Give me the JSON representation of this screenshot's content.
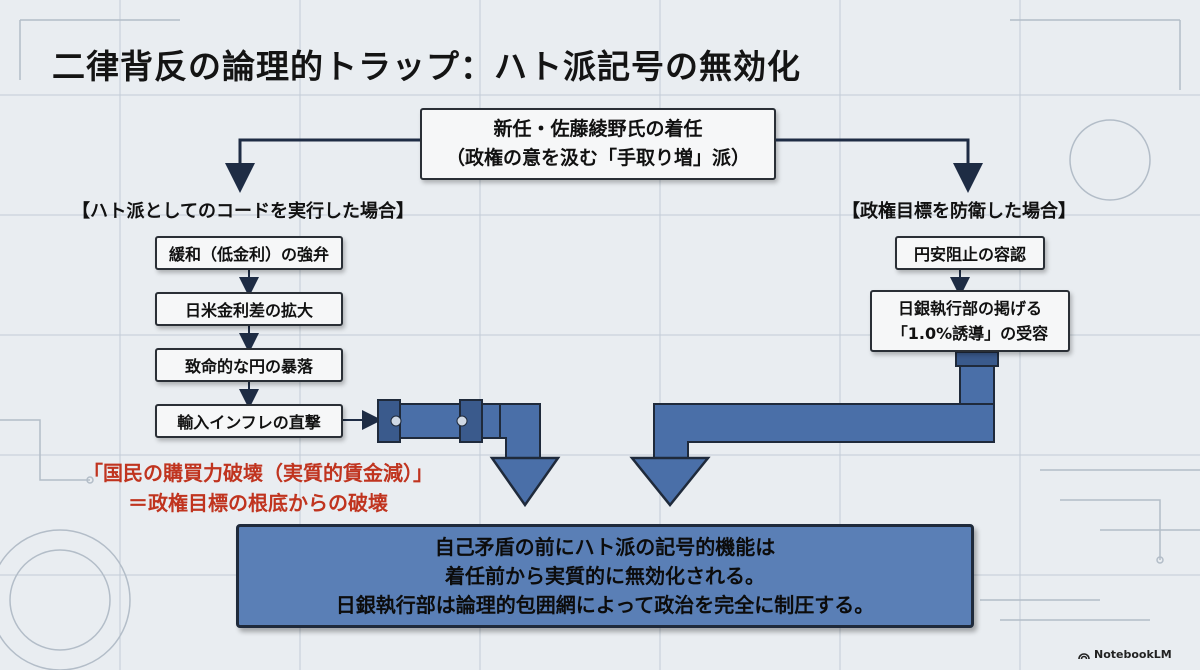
{
  "title": "二律背反の論理的トラップ：ハト派記号の無効化",
  "top_box": {
    "line1": "新任・佐藤綾野氏の着任",
    "line2": "（政権の意を汲む「手取り増」派）"
  },
  "left_branch": {
    "heading": "【ハト派としてのコードを実行した場合】",
    "steps": [
      "緩和（低金利）の強弁",
      "日米金利差の拡大",
      "致命的な円の暴落",
      "輸入インフレの直撃"
    ]
  },
  "right_branch": {
    "heading": "【政権目標を防衛した場合】",
    "steps": [
      "円安阻止の容認",
      "日銀執行部の掲げる",
      "「1.0%誘導」の受容"
    ]
  },
  "consequence": {
    "line1": "「国民の購買力破壊（実質的賃金減）」",
    "line2": "＝政権目標の根底からの破壊"
  },
  "conclusion": {
    "line1": "自己矛盾の前にハト派の記号的機能は",
    "line2": "着任前から実質的に無効化される。",
    "line3": "日銀執行部は論理的包囲網によって政治を完全に制圧する。"
  },
  "logo": "NotebookLM",
  "colors": {
    "pipe": "#4a6fa8",
    "pipe_dark": "#233657",
    "conclusion_bg": "#5a7fb6",
    "warning": "#c0341f"
  }
}
